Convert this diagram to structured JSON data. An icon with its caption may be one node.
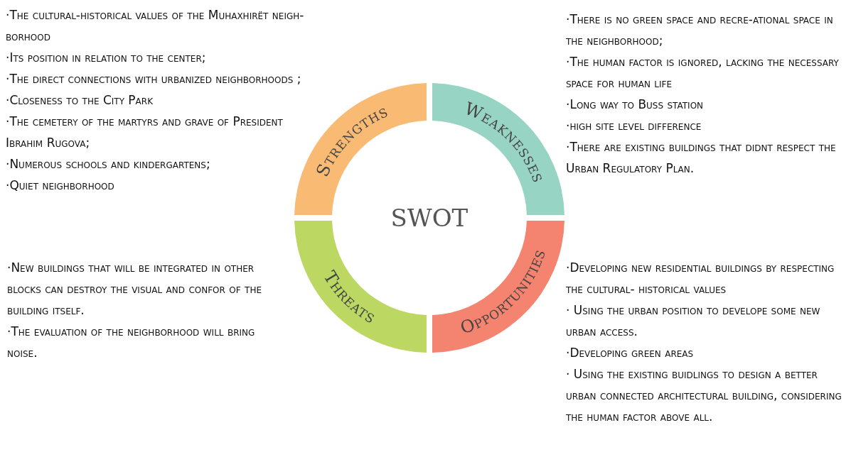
{
  "diagram": {
    "nodes": [
      {
        "text": [
          "Strengths"
        ]
      },
      {
        "text": [
          "Weaknesses"
        ]
      },
      {
        "text": [
          "Threats"
        ]
      },
      {
        "text": [
          "Opportunities"
        ]
      }
    ],
    "labels": [
      "·The cultural-historical values of the Muhaxhirët neigh-borhood",
      "·Its position in relation to the center;",
      "·The direct connections with urbanized neighborhoods ;",
      "·Closeness to the City Park",
      "·The cemetery of the martyrs and grave of President Ibrahim Rugova;",
      "·Numerous schools and kindergartens;",
      "·Quiet neighborhood",
      "·There is no green space and recre-ational space in the neighborhood;",
      "·The human factor is ignored, lacking the necessary space for human life",
      "·Long way to Buss station",
      "·high site level difference",
      "·There are existing buildings that didnt respect the Urban Regulatory Plan.",
      "SWOT",
      "·New buildings that will be integrated in other blocks can destroy the visual and confor of the building itself.",
      "·The evaluation of the neighborhood will bring noise.",
      "·Developing new residential buildings by respecting the cultural- historical values",
      "· Using the urban position to develope some new urban access.",
      "·Developing green areas",
      "· Using the existing buidlings to design a better urban connected architectural building, considering the human factor above all."
    ]
  }
}
